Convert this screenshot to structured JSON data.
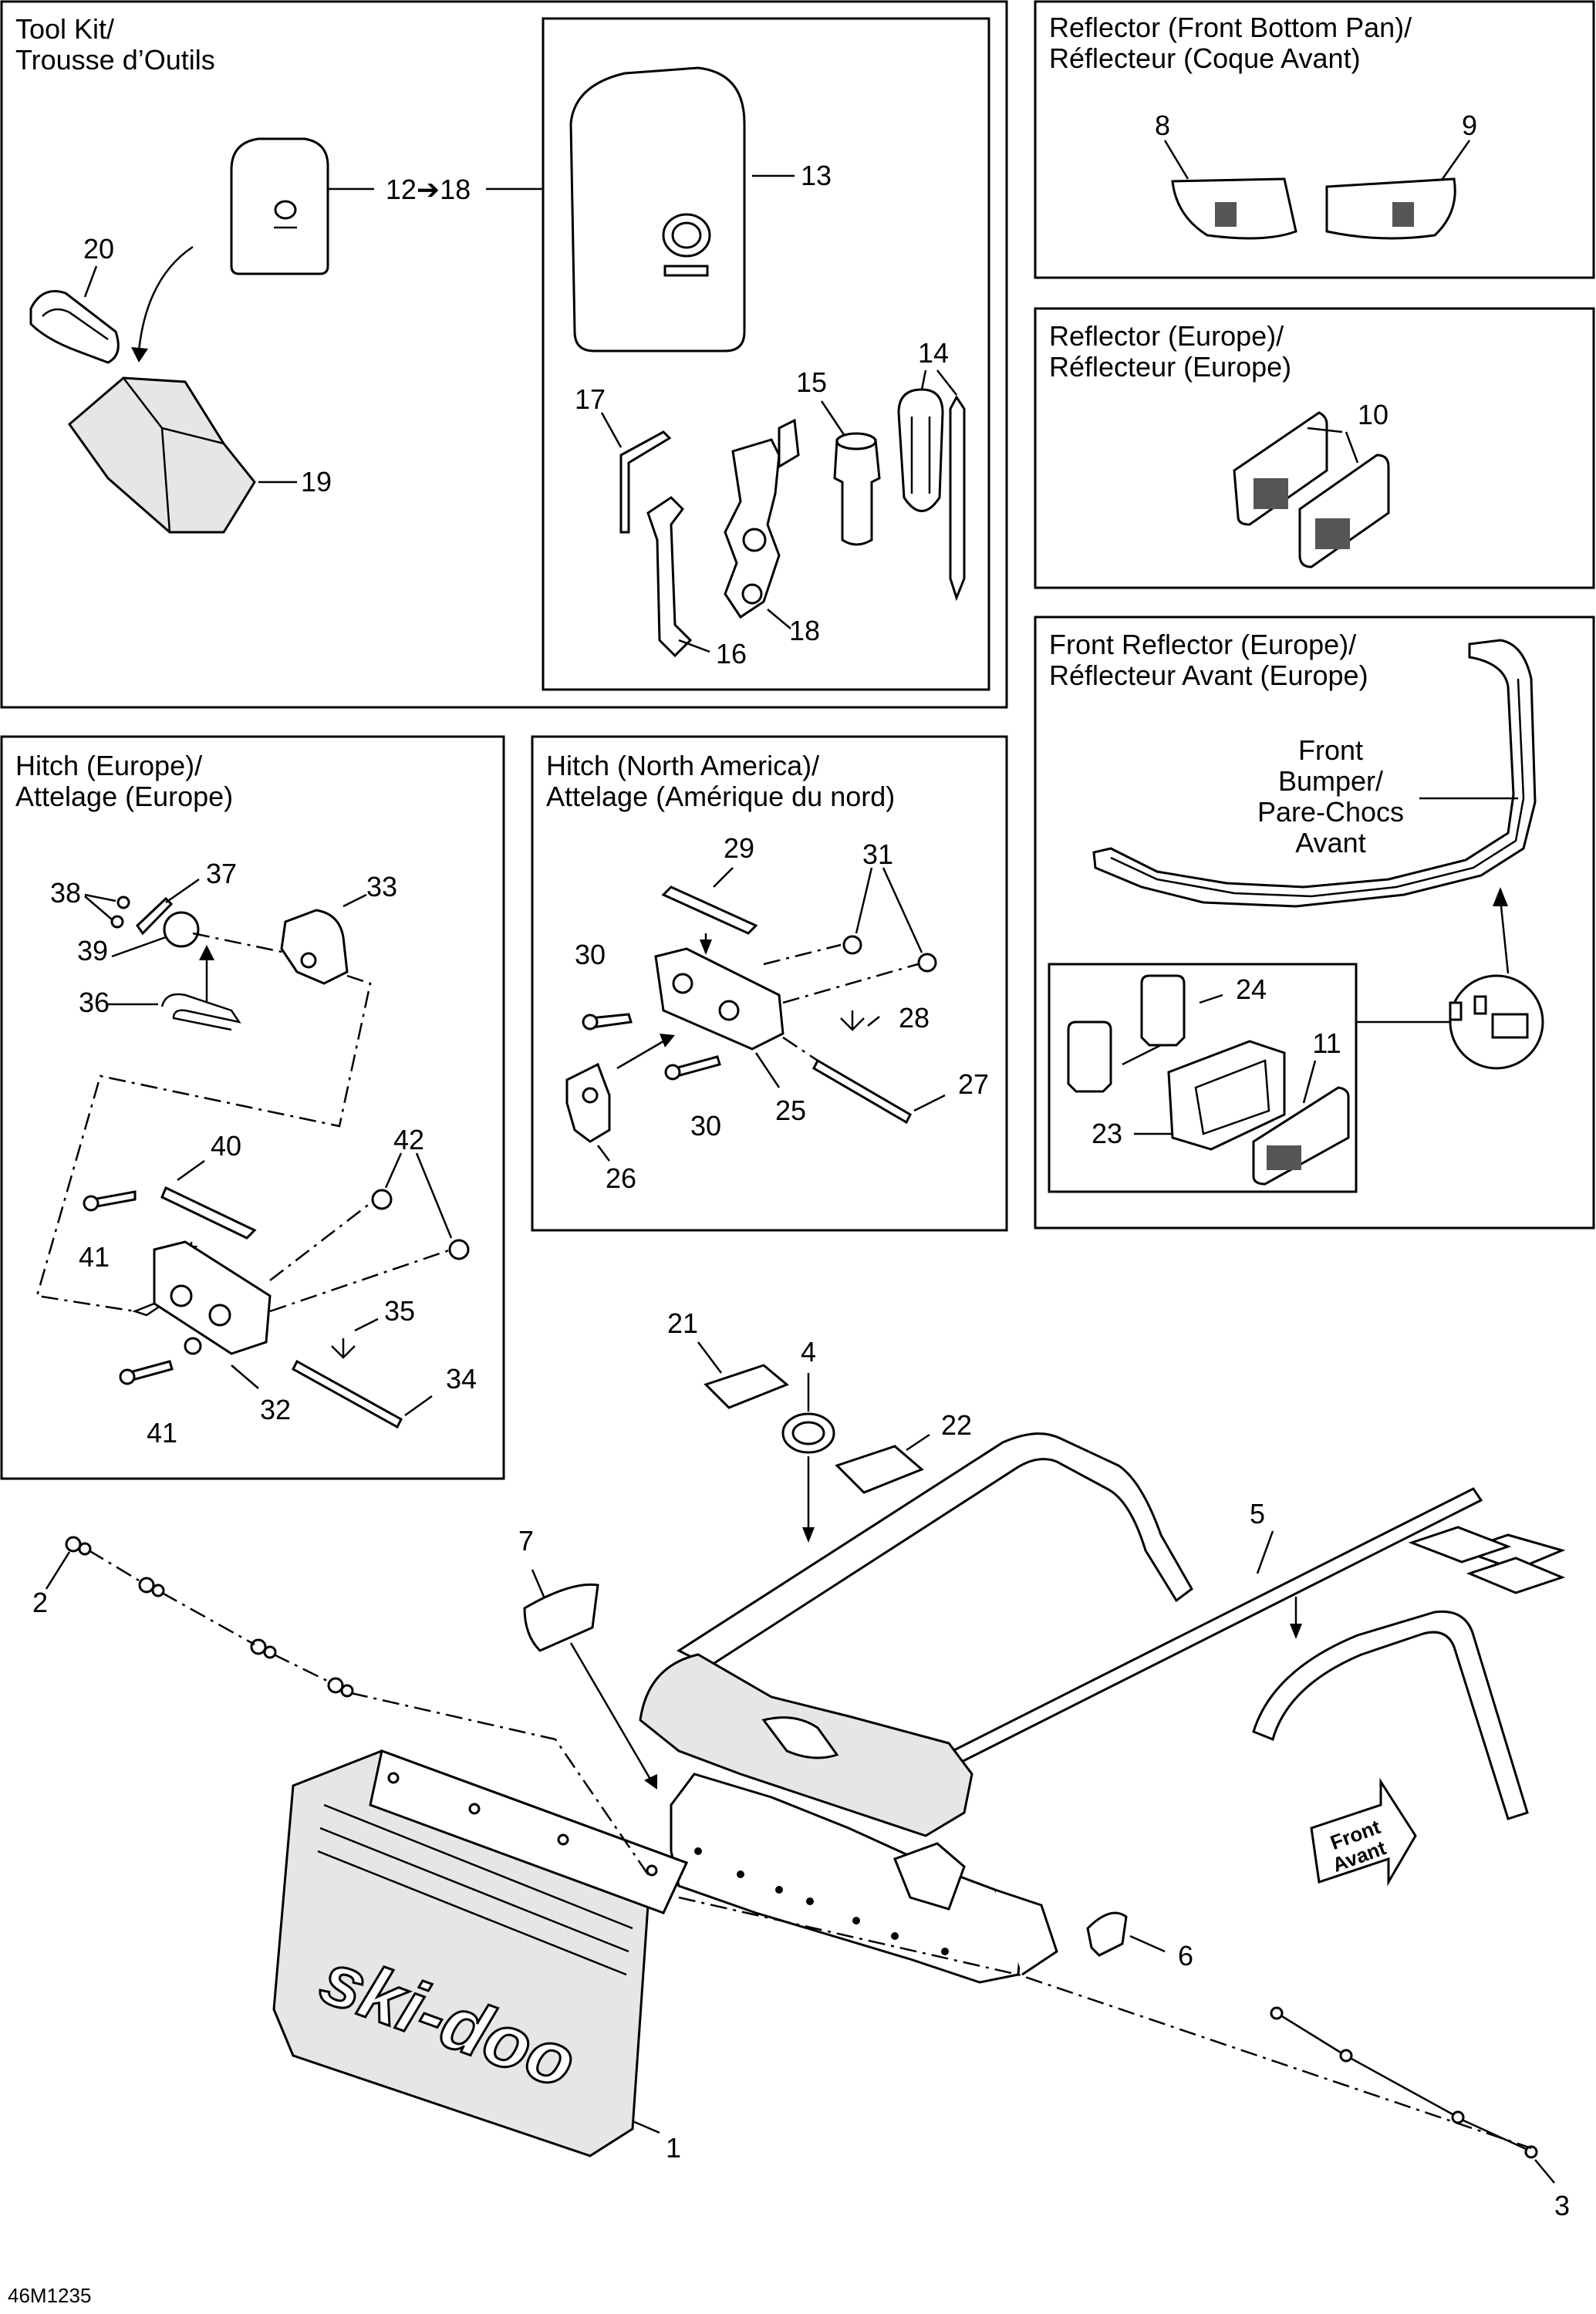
{
  "panels": {
    "tool_kit": [
      "Tool Kit/",
      "Trousse d’Outils"
    ],
    "reflector_front_bottom": [
      "Reflector (Front Bottom Pan)/",
      "Réflecteur (Coque Avant)"
    ],
    "reflector_europe": [
      "Reflector (Europe)/",
      "Réflecteur (Europe)"
    ],
    "front_reflector_europe": [
      "Front Reflector (Europe)/",
      "Réflecteur Avant (Europe)"
    ],
    "hitch_europe": [
      "Hitch (Europe)/",
      "Attelage (Europe)"
    ],
    "hitch_north_america": [
      "Hitch (North America)/",
      "Attelage (Amérique du nord)"
    ]
  },
  "bumper_label": [
    "Front",
    "Bumper/",
    "Pare-Chocs",
    "Avant"
  ],
  "front_arrow": [
    "Front",
    "Avant"
  ],
  "logo_text": "ski-doo",
  "figure_code": "46M1235",
  "callouts": {
    "c1": "1",
    "c2": "2",
    "c3": "3",
    "c4": "4",
    "c5": "5",
    "c6": "6",
    "c7": "7",
    "c8": "8",
    "c9": "9",
    "c10": "10",
    "c11": "11",
    "c12_18": "12➔18",
    "c13": "13",
    "c14": "14",
    "c15": "15",
    "c16": "16",
    "c17": "17",
    "c18": "18",
    "c19": "19",
    "c20": "20",
    "c21": "21",
    "c22": "22",
    "c23": "23",
    "c24": "24",
    "c25": "25",
    "c26": "26",
    "c27": "27",
    "c28": "28",
    "c29": "29",
    "c30a": "30",
    "c30b": "30",
    "c31": "31",
    "c32": "32",
    "c33": "33",
    "c34": "34",
    "c35": "35",
    "c36": "36",
    "c37": "37",
    "c38": "38",
    "c39": "39",
    "c40": "40",
    "c41a": "41",
    "c41b": "41",
    "c42": "42"
  }
}
